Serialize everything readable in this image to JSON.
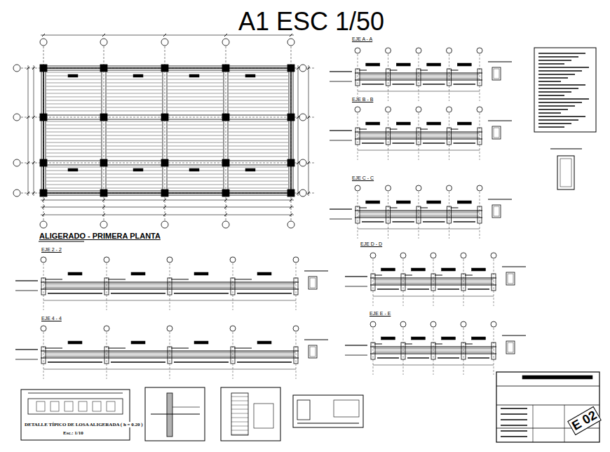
{
  "diagram": {
    "title": "A1 ESC 1/50",
    "labels": [
      "ALIGERADO - PRIMERA PLANTA",
      "EJE A - A",
      "EJE B - B",
      "EJE C - C",
      "EJE D - D",
      "EJE E - E",
      "EJE 2 - 2",
      "EJE 4 - 4",
      "DETALLE TÍPICO DE LOSA ALIGERADA ( h = 0.20 )",
      "Esc.: 1/10",
      "E 02"
    ]
  }
}
